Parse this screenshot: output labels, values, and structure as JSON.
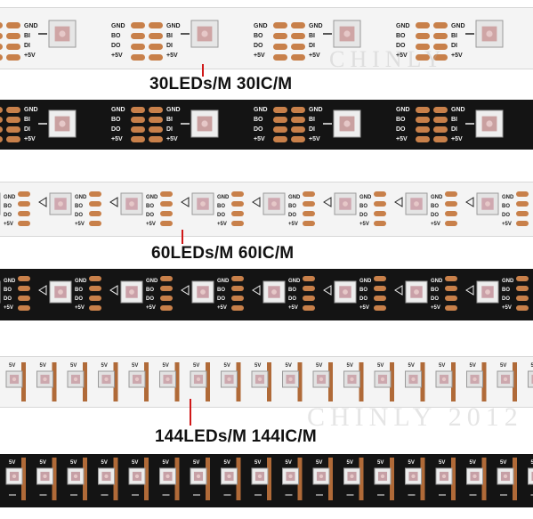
{
  "strips": [
    {
      "id": "30-white",
      "label_set": [
        "GND",
        "BI",
        "DI",
        "+5V",
        "GND",
        "BO",
        "DO",
        "+5V"
      ]
    },
    {
      "id": "30-black",
      "label_set": [
        "GND",
        "BI",
        "DI",
        "+5V",
        "GND",
        "BO",
        "DO",
        "+5V"
      ]
    },
    {
      "id": "60-white",
      "label_set": [
        "GND",
        "BI",
        "DI",
        "+5V",
        "GND",
        "BO",
        "DO",
        "+5V"
      ]
    },
    {
      "id": "60-black",
      "label_set": [
        "GND",
        "BI",
        "DI",
        "+5V",
        "GND",
        "BO",
        "DO",
        "+5V"
      ]
    },
    {
      "id": "144-white",
      "label_set": [
        "5V"
      ]
    },
    {
      "id": "144-black",
      "label_set": [
        "5V"
      ]
    }
  ],
  "captions": {
    "c30": "30LEDs/M  30IC/M",
    "c60": "60LEDs/M  60IC/M",
    "c144": "144LEDs/M  144IC/M"
  },
  "watermarks": {
    "w1": "CHINLY",
    "w2": "CHINLY 2012"
  },
  "colors": {
    "pad": "#c8804a",
    "pad_dark": "#b06a38",
    "white_strip": "#f4f4f4",
    "black_strip": "#141414",
    "pointer": "#d01818"
  }
}
